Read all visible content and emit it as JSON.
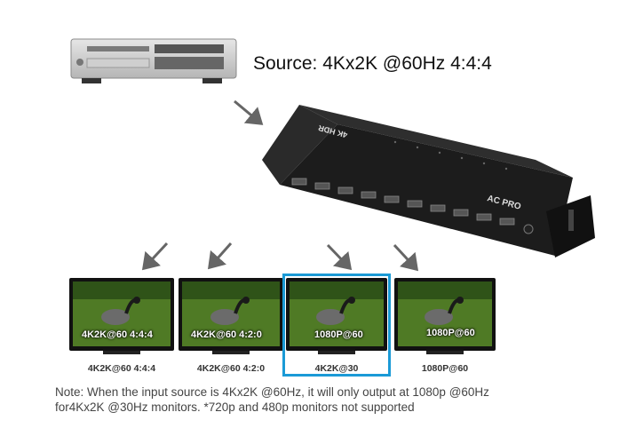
{
  "source_label": "Source: 4Kx2K @60Hz 4:4:4",
  "device": {
    "brand_badge": "4K HDR",
    "logo": "AC PRO"
  },
  "monitors": [
    {
      "screen_label": "4K2K@60 4:4:4",
      "caption": "4K2K@60 4:4:4",
      "highlighted": false
    },
    {
      "screen_label": "4K2K@60 4:2:0",
      "caption": "4K2K@60 4:2:0",
      "highlighted": false
    },
    {
      "screen_label": "1080P@60",
      "caption": "4K2K@30",
      "highlighted": true
    },
    {
      "screen_label": "1080P@60",
      "caption": "1080P@60",
      "highlighted": false
    }
  ],
  "note": {
    "line1": "Note: When the input source is 4Kx2K @60Hz, it will only output at 1080p @60Hz",
    "line2": "for4Kx2K @30Hz monitors.  *720p and 480p monitors not supported"
  },
  "colors": {
    "highlight": "#1b9ad6",
    "arrow": "#666666",
    "device": "#1c1c1c"
  }
}
